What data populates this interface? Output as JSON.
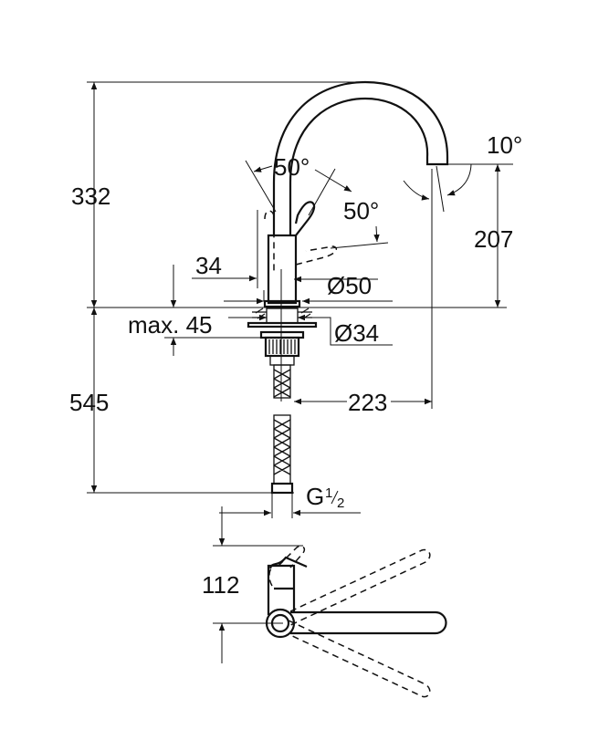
{
  "drawing": {
    "dimensions": {
      "total_height_above_deck": "332",
      "spout_outlet_height": "207",
      "spout_angle": "10°",
      "lever_angle_up": "50°",
      "lever_angle_side": "50°",
      "lever_offset": "34",
      "base_diameter": "Ø50",
      "max_deck_thickness": "max. 45",
      "hole_diameter": "Ø34",
      "below_deck_length": "545",
      "spout_reach": "223",
      "connection_thread_main": "G",
      "connection_thread_num": "1",
      "connection_thread_den": "2",
      "top_view_height": "112"
    },
    "stroke_color": "#111111",
    "background_color": "#ffffff"
  }
}
